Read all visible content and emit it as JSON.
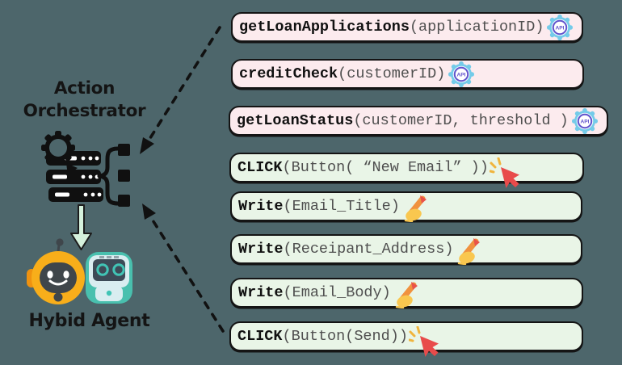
{
  "diagram": {
    "orchestrator_label": "Action Orchestrator",
    "agent_label": "Hybid Agent"
  },
  "icons": {
    "api_label": "API"
  },
  "boxes": [
    {
      "fn": "getLoanApplications",
      "args": "(applicationID)",
      "kind": "api"
    },
    {
      "fn": "creditCheck",
      "args": "(customerID)",
      "kind": "api"
    },
    {
      "fn": "getLoanStatus",
      "args": "(customerID, threshold )",
      "kind": "api"
    },
    {
      "fn": "CLICK",
      "args": "(Button( “New Email” ))",
      "kind": "click"
    },
    {
      "fn": "Write",
      "args": "(Email_Title)",
      "kind": "write"
    },
    {
      "fn": "Write",
      "args": "(Receipant_Address)",
      "kind": "write"
    },
    {
      "fn": "Write",
      "args": "(Email_Body)",
      "kind": "write"
    },
    {
      "fn": "CLICK",
      "args": "(Button(Send))",
      "kind": "click"
    }
  ],
  "colors": {
    "background": "#4d666b",
    "api_box_fill": "#fcebee",
    "ui_box_fill": "#e9f5e7",
    "box_border": "#141414",
    "function_name": "#111111",
    "function_args": "#4f4f4f",
    "api_gear_blue": "#74cbe9",
    "api_purple": "#6153cc",
    "cursor_red": "#e84b4b",
    "spark_gold": "#f0b43c",
    "pencil_orange": "#f0923f",
    "hand_yellow": "#f9c74f",
    "robot_yellow": "#f8ae1a",
    "robot_teal": "#49c0ae",
    "mint_arrow": "#d5f1dc",
    "line_black": "#111111"
  }
}
